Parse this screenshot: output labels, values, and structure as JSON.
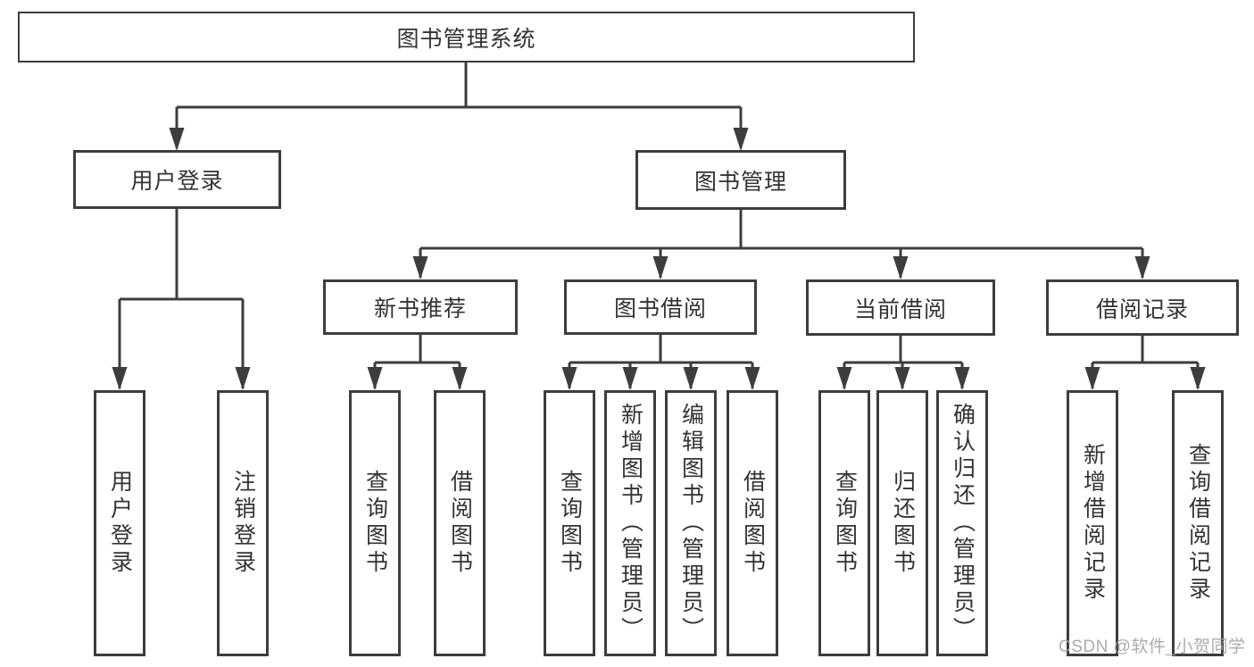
{
  "diagram": {
    "title": "图书管理系统",
    "branches": [
      {
        "label": "用户登录",
        "children": [
          {
            "label": "用户登录"
          },
          {
            "label": "注销登录"
          }
        ]
      },
      {
        "label": "图书管理",
        "children": [
          {
            "label": "新书推荐",
            "children": [
              {
                "label": "查询图书"
              },
              {
                "label": "借阅图书"
              }
            ]
          },
          {
            "label": "图书借阅",
            "children": [
              {
                "label": "查询图书"
              },
              {
                "label": "新增图书（管理员）"
              },
              {
                "label": "编辑图书（管理员）"
              },
              {
                "label": "借阅图书"
              }
            ]
          },
          {
            "label": "当前借阅",
            "children": [
              {
                "label": "查询图书"
              },
              {
                "label": "归还图书"
              },
              {
                "label": "确认归还（管理员）"
              }
            ]
          },
          {
            "label": "借阅记录",
            "children": [
              {
                "label": "新增借阅记录"
              },
              {
                "label": "查询借阅记录"
              }
            ]
          }
        ]
      }
    ]
  },
  "watermark": {
    "text": "CSDN @软件_小贺同学"
  },
  "colors": {
    "line": "#3d3d3d",
    "text": "#333333",
    "watermark": "#9ea3aa",
    "background": "#ffffff"
  }
}
